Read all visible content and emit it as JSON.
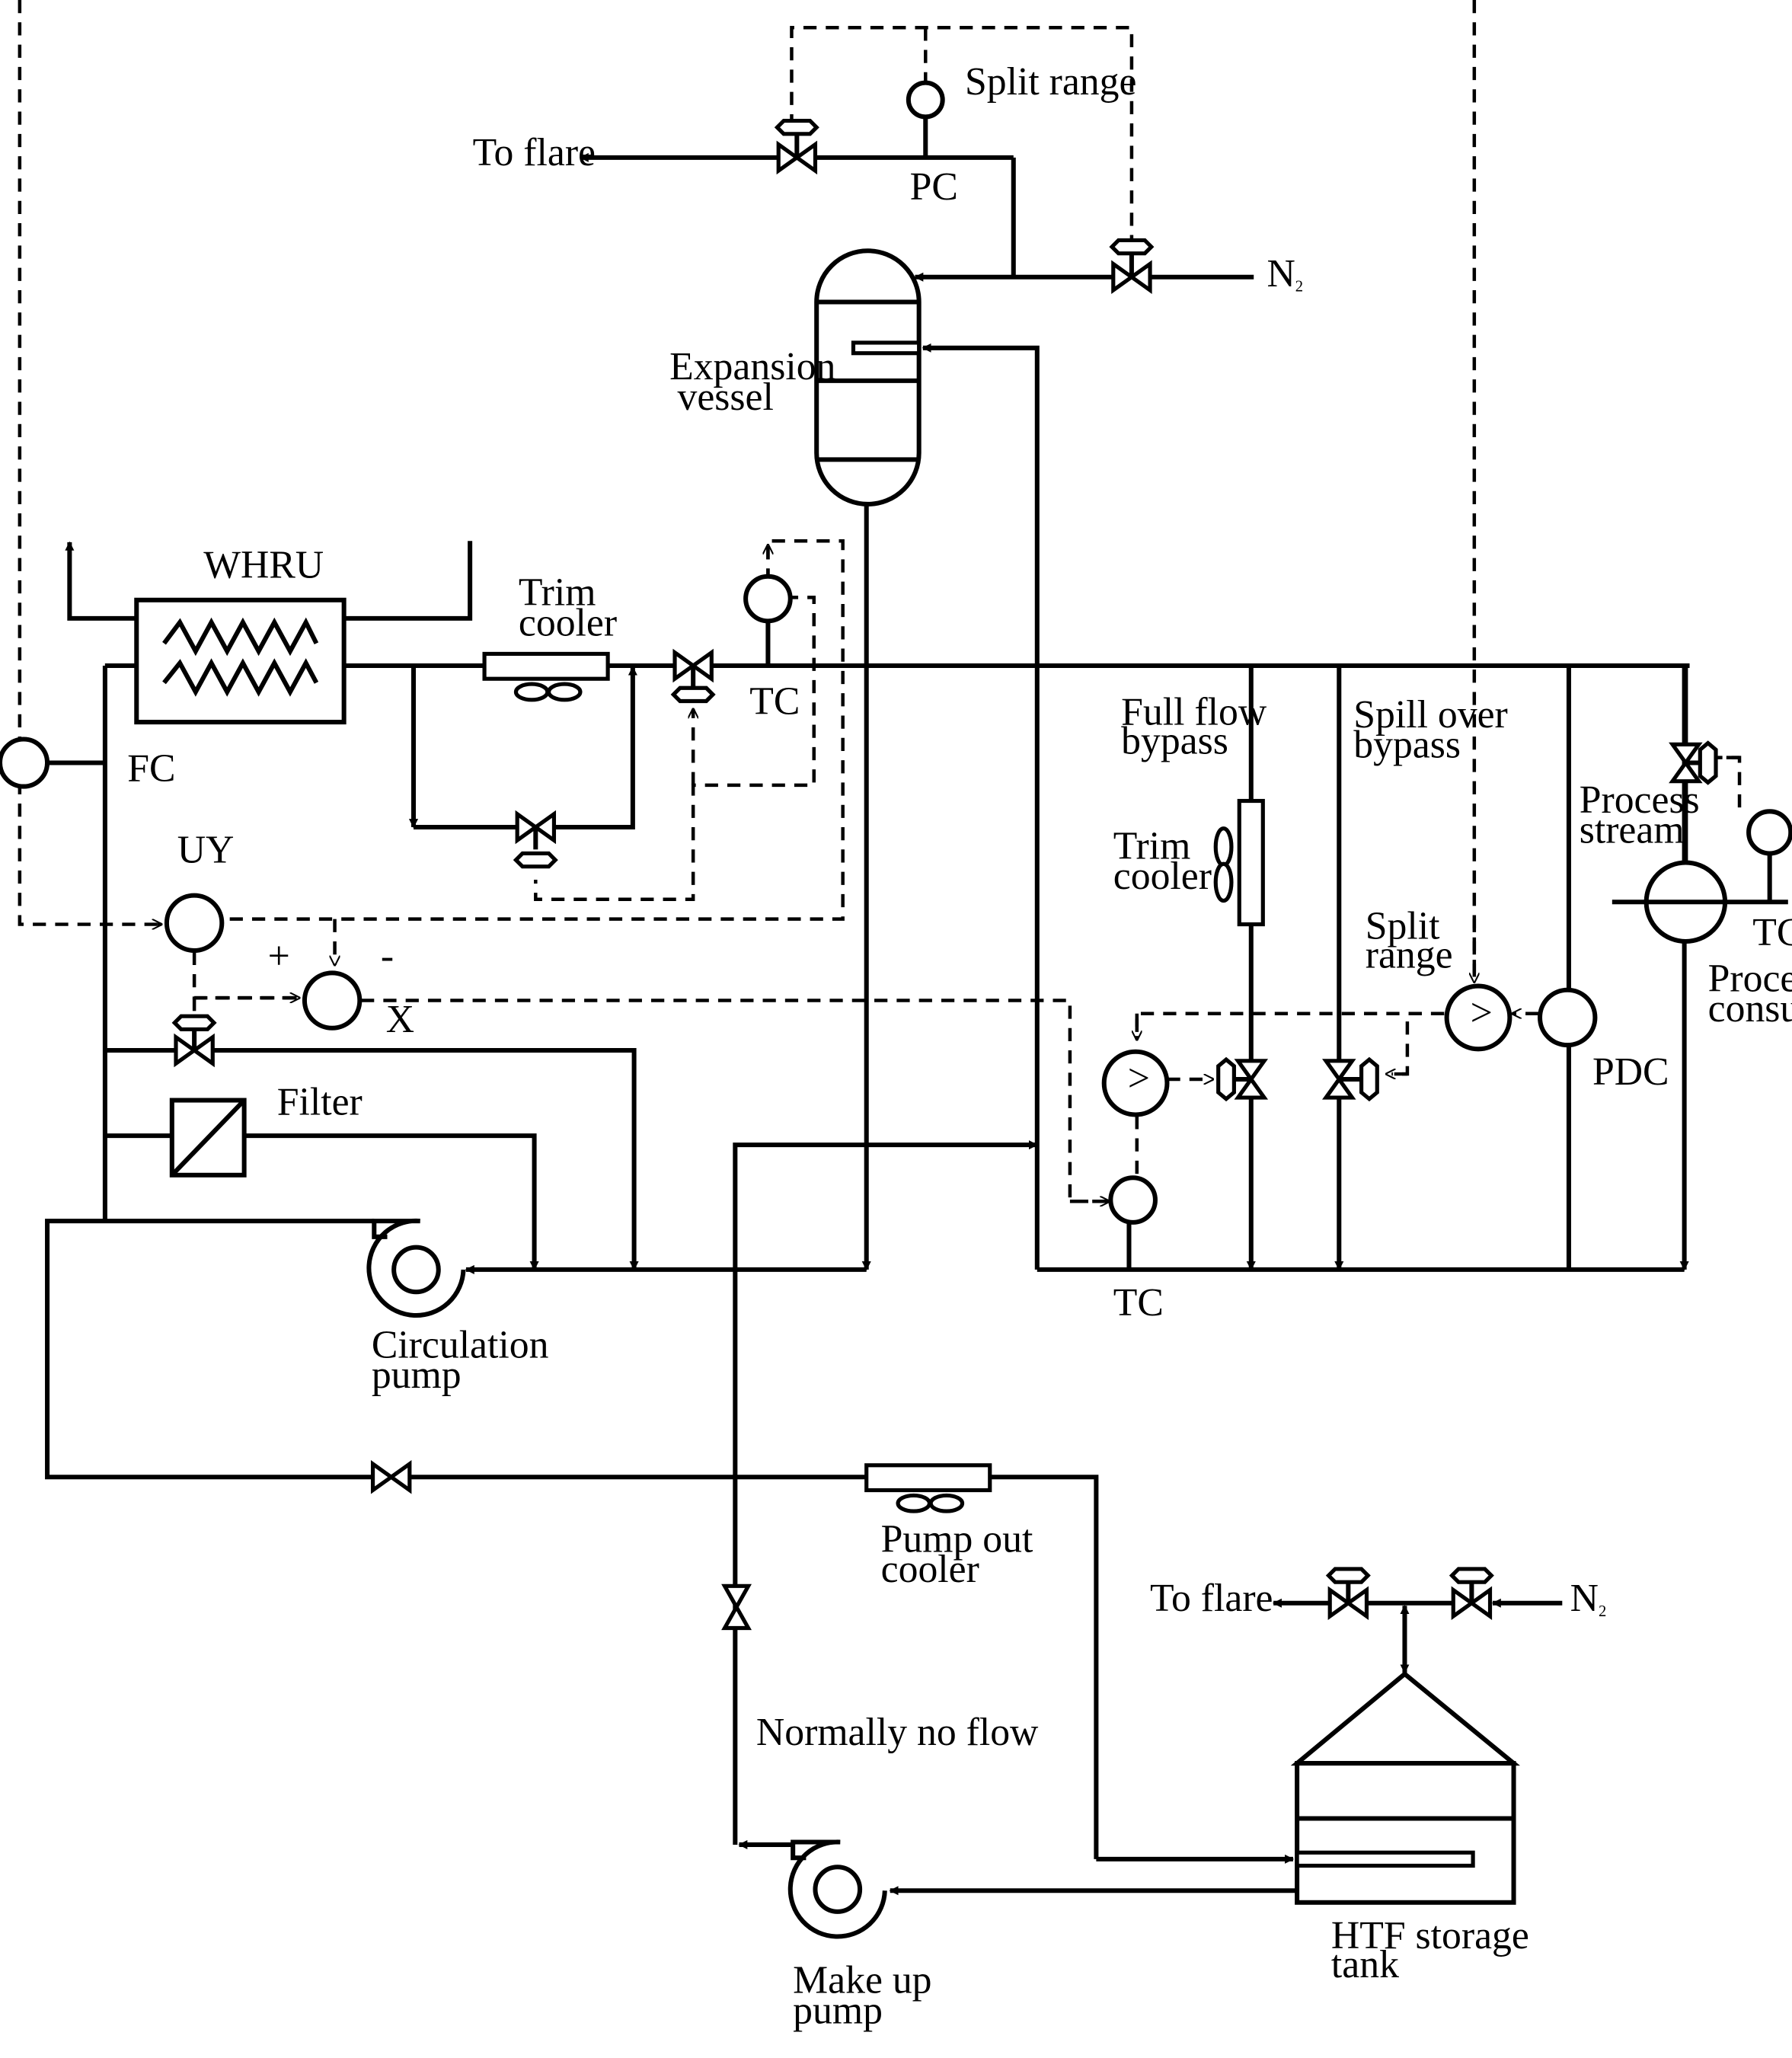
{
  "labels": {
    "split_range_top": "Split range",
    "to_flare_top": "To flare",
    "pc": "PC",
    "n2_top": "N",
    "n2_top_sub": "2",
    "expansion_vessel_1": "Expansion",
    "expansion_vessel_2": "vessel",
    "whru": "WHRU",
    "trim_cooler_top_1": "Trim",
    "trim_cooler_top_2": "cooler",
    "tc_top": "TC",
    "fc": "FC",
    "uy": "UY",
    "plus": "+",
    "minus": "-",
    "x": "X",
    "filter": "Filter",
    "circulation_pump_1": "Circulation",
    "circulation_pump_2": "pump",
    "full_flow_bypass_1": "Full flow",
    "full_flow_bypass_2": "bypass",
    "trim_cooler_right_1": "Trim",
    "trim_cooler_right_2": "cooler",
    "spill_over_bypass_1": "Spill over",
    "spill_over_bypass_2": "bypass",
    "split_range_right_1": "Split",
    "split_range_right_2": "range",
    "process_stream_1": "Process",
    "process_stream_2": "stream",
    "tc_right": "TC",
    "process_consumer_1": "Process",
    "process_consumer_2": "consumer",
    "pdc": "PDC",
    "tc_bottom": "TC",
    "pump_out_cooler_1": "Pump out",
    "pump_out_cooler_2": "cooler",
    "to_flare_bottom": "To flare",
    "n2_bottom": "N",
    "n2_bottom_sub": "2",
    "normally_no_flow": "Normally no flow",
    "make_up_pump_1": "Make up",
    "make_up_pump_2": "pump",
    "htf_storage_tank_1": "HTF storage",
    "htf_storage_tank_2": "tank",
    "comparator_symbol": ">"
  }
}
